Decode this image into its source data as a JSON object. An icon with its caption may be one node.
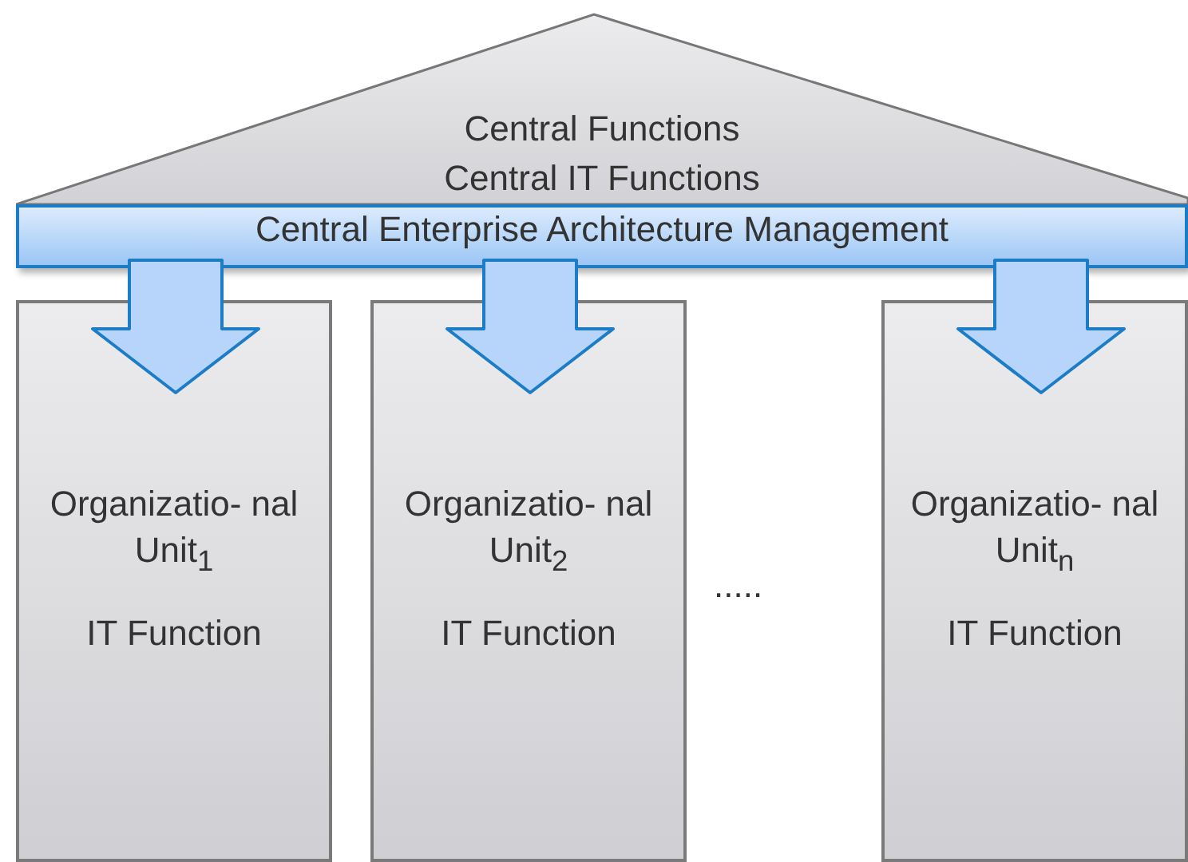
{
  "diagram": {
    "nodes": [
      {
        "text": [
          "Central Functions",
          "Central IT Functions"
        ]
      },
      {
        "text": [
          "Central Enterprise Architecture Management"
        ]
      },
      {
        "text": [
          "Organizatio- nal Unit$_{1}$",
          "IT Function"
        ]
      },
      {
        "text": [
          "Organizatio- nal Unit$_{2}$",
          "IT Function"
        ]
      },
      {
        "text": [
          "Organizatio- nal Unit$_{n}$",
          "IT Function"
        ]
      }
    ],
    "edges": [
      {
        "from": 1,
        "to": 2,
        "arrow": "to"
      },
      {
        "from": 1,
        "to": 3,
        "arrow": "to"
      },
      {
        "from": 1,
        "to": 4,
        "arrow": "to"
      }
    ],
    "labels": [
      "....."
    ]
  }
}
